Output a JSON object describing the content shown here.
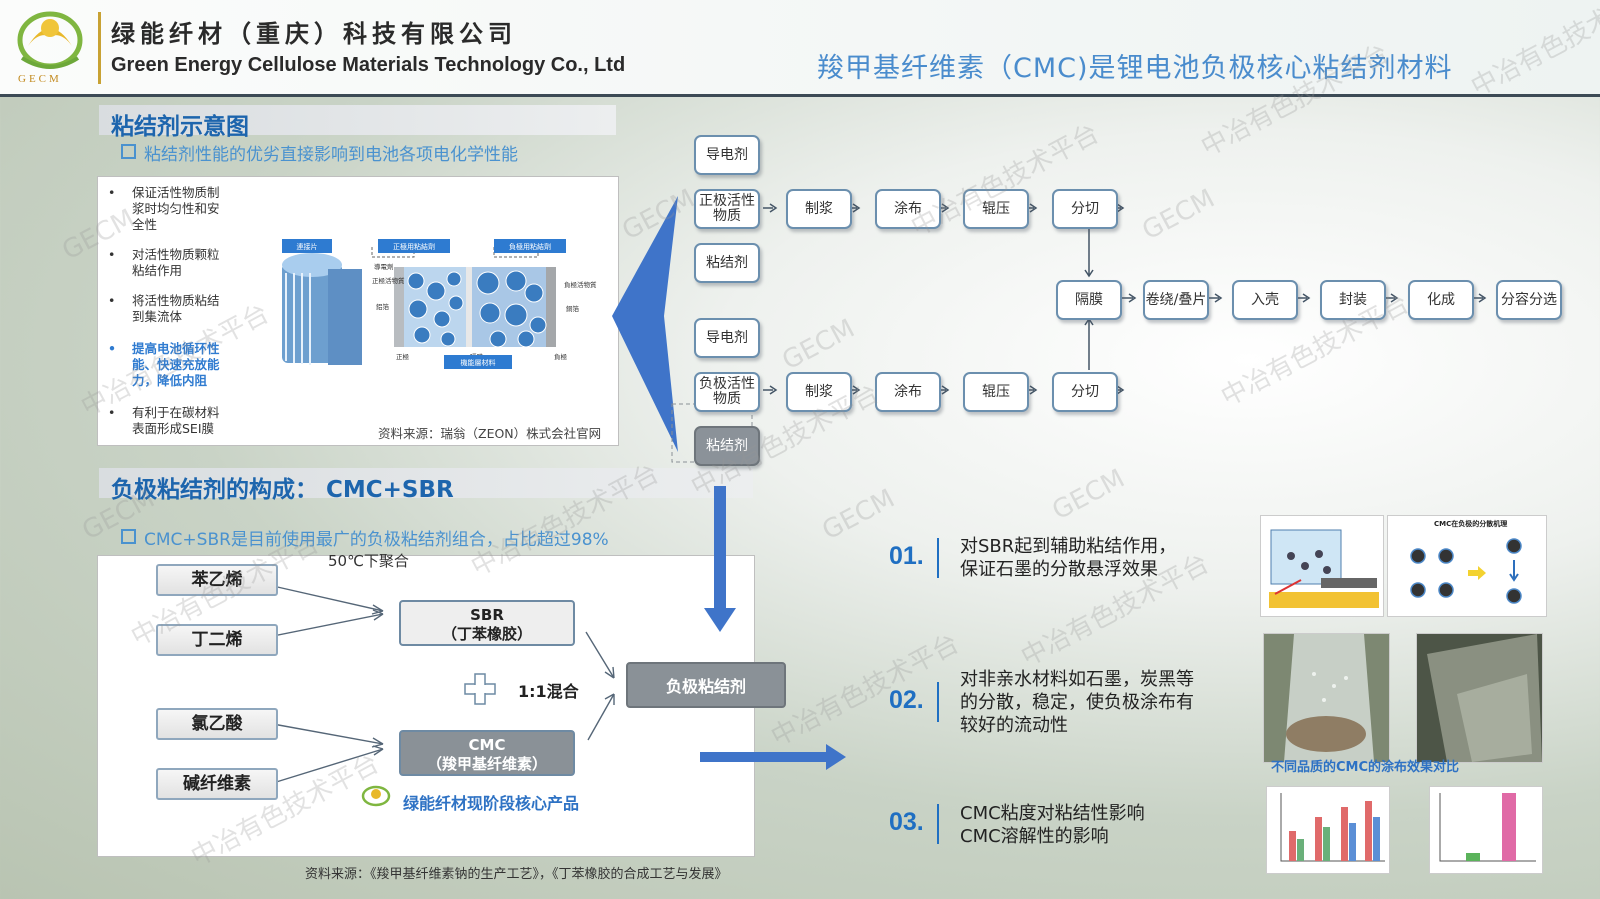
{
  "header": {
    "logo_text": "GECM",
    "company_cn": "绿能纤材（重庆）科技有限公司",
    "company_en": "Green Energy Cellulose Materials Technology Co., Ltd",
    "page_title": "羧甲基纤维素（CMC)是锂电池负极核心粘结剂材料"
  },
  "section1": {
    "title": "粘结剂示意图",
    "subtitle": "粘结剂性能的优劣直接影响到电池各项电化学性能",
    "bullets": [
      "保证活性物质制浆时均匀性和安全性",
      "对活性物质颗粒粘结作用",
      "将活性物质粘结到集流体",
      "提高电池循环性能、快速充放能力，降低内阻",
      "有利于在碳材料表面形成SEI膜"
    ],
    "diagram_labels": {
      "tab": "連接片",
      "pos_binder": "正極用粘結劑",
      "neg_binder": "負極用粘結劑",
      "conductive": "導電劑",
      "pos_active": "正極活物質",
      "neg_active": "負極活物質",
      "aluminum": "鋁箔",
      "copper": "銅箔",
      "positive": "正極",
      "separator": "隔膜",
      "negative": "負極",
      "func_material": "機能層材料"
    },
    "source": "资料来源：瑞翁（ZEON）株式会社官网"
  },
  "section2": {
    "title": "负极粘结剂的构成： CMC+SBR",
    "subtitle": "CMC+SBR是目前使用最广的负极粘结剂组合，占比超过98%",
    "raw_materials": [
      "苯乙烯",
      "丁二烯",
      "氯乙酸",
      "碱纤维素"
    ],
    "polymerize_note": "50℃下聚合",
    "sbr_line1": "SBR",
    "sbr_line2": "（丁苯橡胶）",
    "cmc_line1": "CMC",
    "cmc_line2": "（羧甲基纤维素）",
    "mix_label": "1:1混合",
    "result": "负极粘结剂",
    "core_product": "绿能纤材现阶段核心产品",
    "source": "资料来源：《羧甲基纤维素钠的生产工艺》，《丁苯橡胶的合成工艺与发展》"
  },
  "flow": {
    "positive_inputs": [
      "导电剂",
      "正极活性物质",
      "粘结剂"
    ],
    "negative_inputs": [
      "导电剂",
      "负极活性物质",
      "粘结剂"
    ],
    "positive_steps": [
      "制浆",
      "涂布",
      "辊压",
      "分切"
    ],
    "negative_steps": [
      "制浆",
      "涂布",
      "辊压",
      "分切"
    ],
    "assembly_steps": [
      "隔膜",
      "卷绕/叠片",
      "入壳",
      "封装",
      "化成",
      "分容分选"
    ]
  },
  "points": [
    {
      "num": "01.",
      "text": "对SBR起到辅助粘结作用，\n保证石墨的分散悬浮效果"
    },
    {
      "num": "02.",
      "text": "对非亲水材料如石墨，炭黑等\n的分散，稳定，使负极涂布有\n较好的流动性"
    },
    {
      "num": "03.",
      "text": "CMC粘度对粘结性影响\nCMC溶解性的影响"
    }
  ],
  "thumb_labels": {
    "thumb1_title": "CMC在负极的分散机理",
    "compare_caption": "不同品质的CMC的涂布效果对比"
  },
  "watermarks": [
    "中冶有色技术平台",
    "GECM"
  ],
  "colors": {
    "accent": "#1f6fc2",
    "title_blue": "#4a8ccd",
    "gold": "#c8a233",
    "arrow_blue": "#3f74c9"
  }
}
